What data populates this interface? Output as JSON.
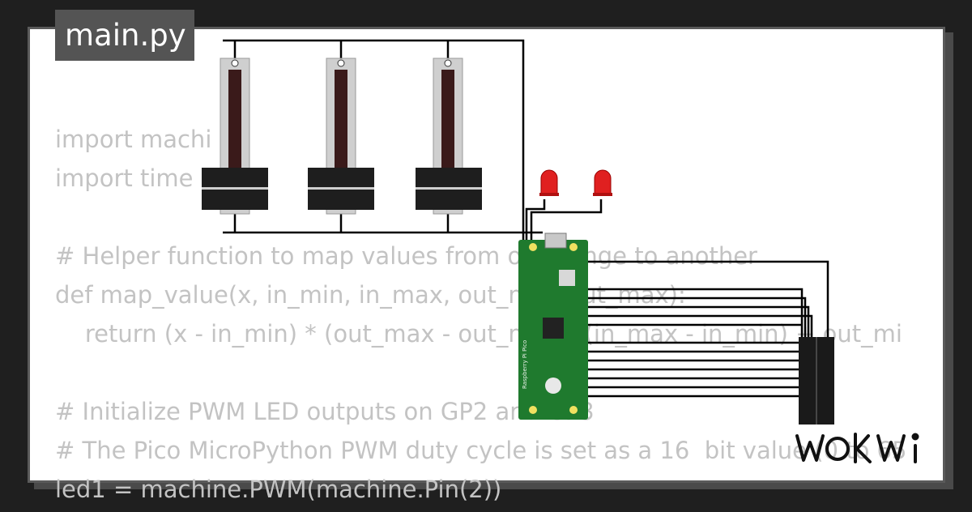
{
  "editor": {
    "file_tab": "main.py",
    "code_lines": [
      "import machi",
      "import time",
      "",
      "# Helper function to map values from one range to another",
      "def map_value(x, in_min, in_max, out_min, out_max):",
      "    return (x - in_min) * (out_max - out_min) / (in_max - in_min) + out_mi",
      "",
      "# Initialize PWM LED outputs on GP2 and GP3",
      "# The Pico MicroPython PWM duty cycle is set as a 16  bit value (0 to 65",
      "led1 = machine.PWM(machine.Pin(2))"
    ]
  },
  "circuit": {
    "components": [
      "slide-potentiometer",
      "slide-potentiometer",
      "slide-potentiometer",
      "red-led",
      "red-led",
      "raspberry-pi-pico",
      "pin-header"
    ],
    "pico_label": "Raspberry Pi Pico"
  },
  "brand": {
    "logo_text": "WOKWi"
  },
  "colors": {
    "background": "#1f1f1f",
    "panel": "#ffffff",
    "pico_board": "#1f7a2e",
    "led_red": "#e02020",
    "wire": "#000000"
  }
}
